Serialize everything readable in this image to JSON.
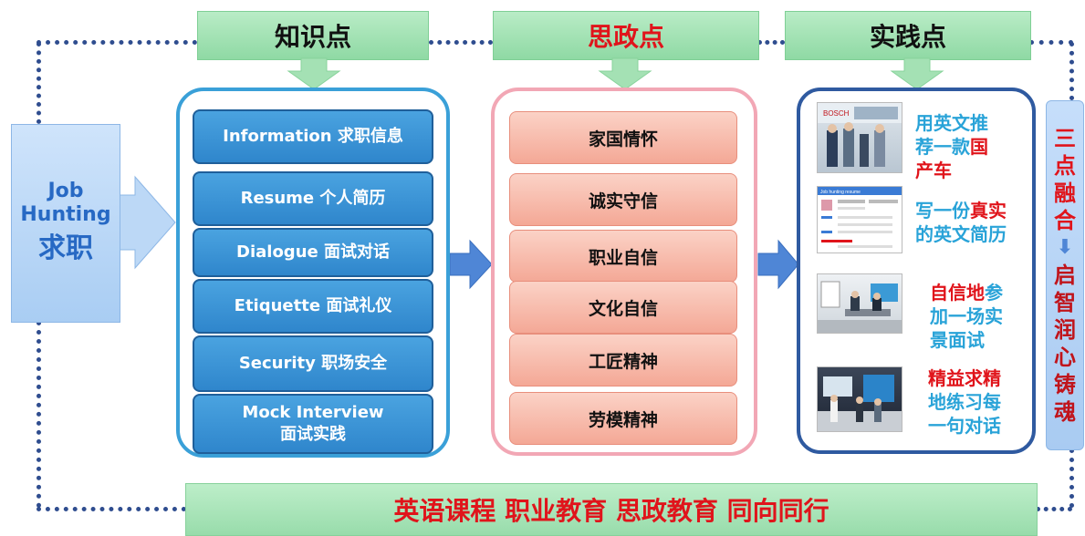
{
  "headers": {
    "knowledge": "知识点",
    "ideology": "思政点",
    "practice": "实践点"
  },
  "job_hunting": {
    "english_line1": "Job",
    "english_line2": "Hunting",
    "chinese": "求职"
  },
  "knowledge_items": [
    {
      "text": "Information 求职信息"
    },
    {
      "text": "Resume 个人简历"
    },
    {
      "text": "Dialogue  面试对话"
    },
    {
      "text": "Etiquette  面试礼仪"
    },
    {
      "text": "Security  职场安全"
    },
    {
      "line1": "Mock Interview",
      "line2": "面试实践"
    }
  ],
  "ideology_items": [
    "家国情怀",
    "诚实守信",
    "职业自信",
    "文化自信",
    "工匠精神",
    "劳模精神"
  ],
  "practice_items": [
    {
      "l1": "用英文推",
      "l2": "荐一款",
      "l2_red": "国",
      "l3_red": "产车"
    },
    {
      "l1": "写一份",
      "l1_red": "真实",
      "l2": "的英文简历"
    },
    {
      "l1_red": "自信地",
      "l1": "参",
      "l2": "加一场实",
      "l3": "景面试"
    },
    {
      "l1_red": "精益求精",
      "l2": "地练习每",
      "l3": "一句对话"
    }
  ],
  "photo_labels": {
    "bosch": "BOSCH",
    "resume": "Job hunting resume"
  },
  "right_column": {
    "top": [
      "三",
      "点",
      "融",
      "合"
    ],
    "arrow": "⬇",
    "bottom": [
      "启",
      "智",
      "润",
      "心",
      "铸",
      "魂"
    ]
  },
  "bottom_banner": "英语课程  职业教育   思政教育  同向同行",
  "colors": {
    "red": "#e0141b",
    "dark_red": "#c0141b",
    "blue_text": "#29a3d8",
    "job_blue": "#2769c4",
    "dotted": "#2f4d8f"
  }
}
